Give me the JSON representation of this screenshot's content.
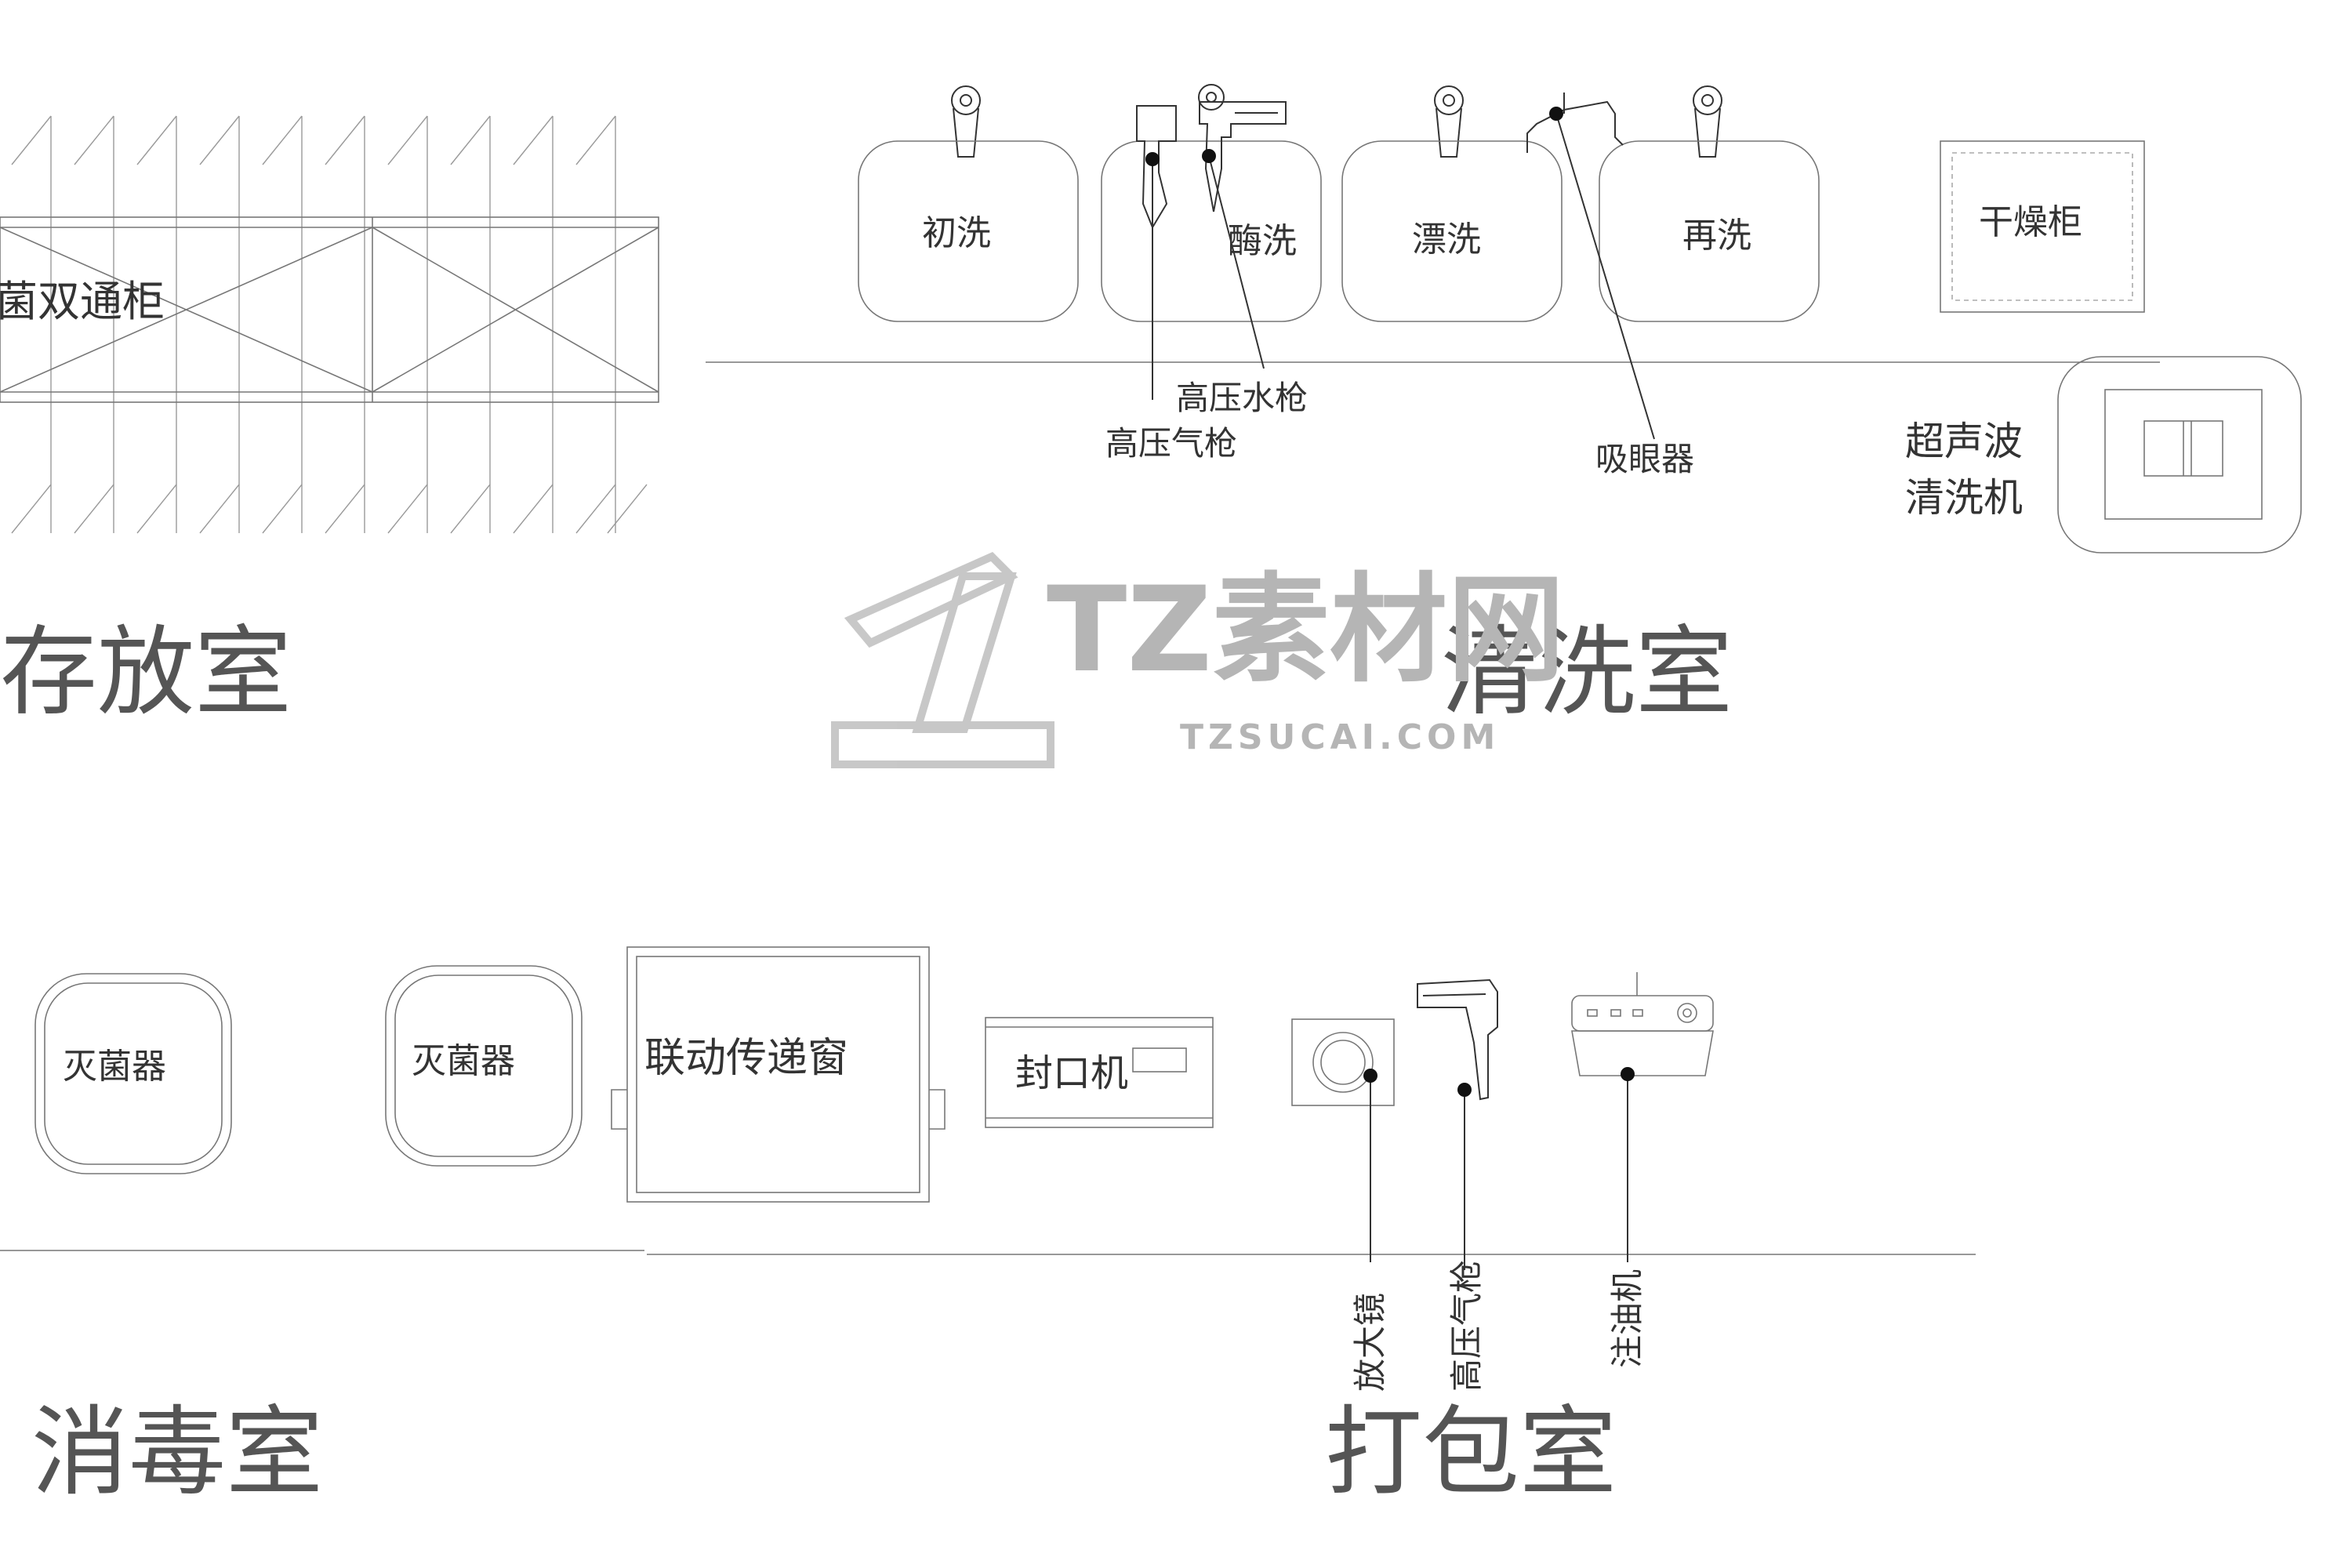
{
  "rooms": {
    "storage": "存放室",
    "cleaning": "清洗室",
    "disinfection": "消毒室",
    "packing": "打包室"
  },
  "storage": {
    "cabinet_label": "菌双通柜"
  },
  "cleaning": {
    "sinks": [
      "初洗",
      "酶洗",
      "漂洗",
      "再洗"
    ],
    "dryer": "干燥柜",
    "ultrasonic": [
      "超声波",
      "清洗机"
    ],
    "callouts": {
      "water_gun": "高压水枪",
      "air_gun": "高压气枪",
      "eye_wash": "吸眼器"
    }
  },
  "disinfection": {
    "sterilizer_1": "灭菌器",
    "sterilizer_2": "灭菌器",
    "pass_window": "联动传递窗"
  },
  "packing": {
    "sealer": "封口机",
    "callouts": {
      "magnifier": "放大镜",
      "air_gun": "高压气枪",
      "oiler": "注油机"
    }
  },
  "watermark": {
    "brand": "TZ素材网",
    "url": "TZSUCAI.COM"
  },
  "colors": {
    "line": "#777777",
    "text": "#333333",
    "title": "#555555",
    "watermark": "#b5b5b5"
  }
}
